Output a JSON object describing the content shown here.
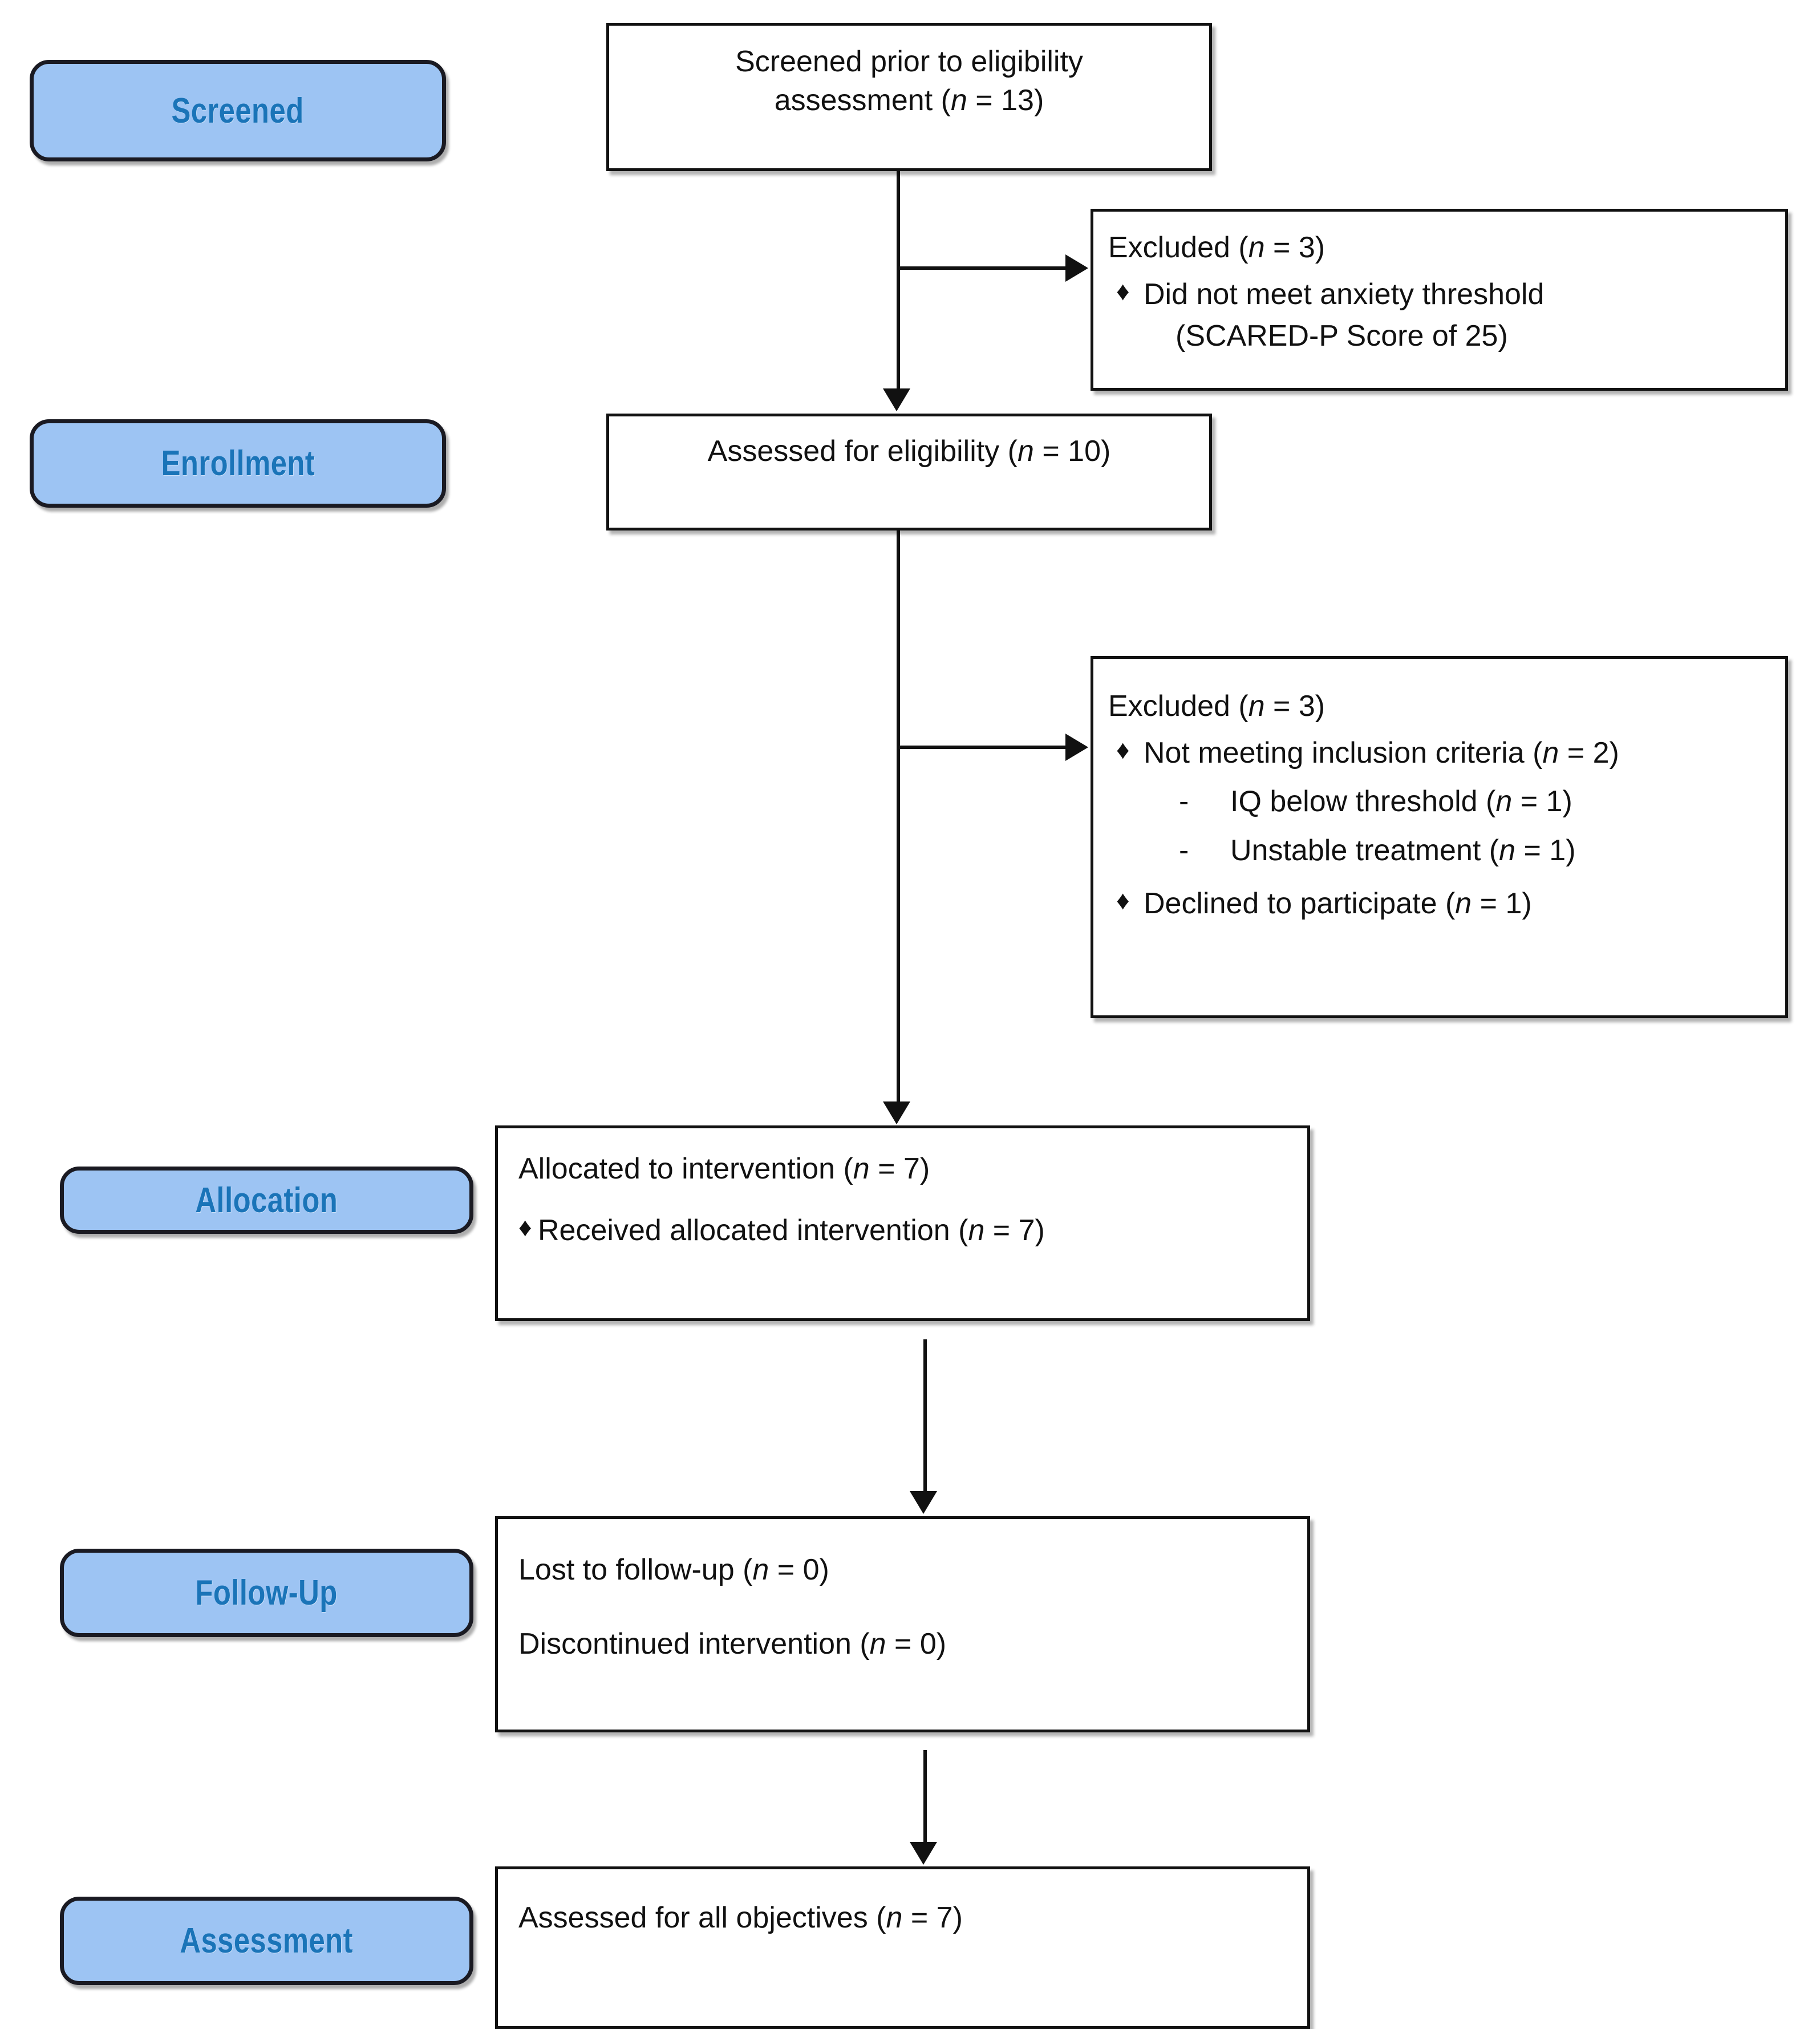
{
  "diagram": {
    "title": "CONSORT participant flow diagram",
    "colors": {
      "pill_fill": "#9DC4F3",
      "pill_border": "#1A1A22",
      "pill_text": "#1A74B8",
      "box_border": "#111111",
      "box_fill": "#FFFFFF",
      "connector": "#111111"
    },
    "stages": [
      {
        "id": "screened",
        "label": "Screened"
      },
      {
        "id": "enrollment",
        "label": "Enrollment"
      },
      {
        "id": "allocation",
        "label": "Allocation"
      },
      {
        "id": "followup",
        "label": "Follow-Up"
      },
      {
        "id": "assessment",
        "label": "Assessment"
      }
    ],
    "boxes": {
      "screened": {
        "line1": "Screened prior to eligibility",
        "line2_prefix": "assessment (",
        "line2_italic": "n",
        "line2_suffix": " = 13)"
      },
      "excluded_1": {
        "heading_prefix": "Excluded (",
        "heading_italic": "n",
        "heading_suffix": " = 3)",
        "bullet_glyph": "♦",
        "items": [
          {
            "text_line1": "Did not meet anxiety threshold",
            "text_line2": "(SCARED-P Score of 25)"
          }
        ]
      },
      "eligibility": {
        "prefix": "Assessed for eligibility (",
        "italic": "n",
        "suffix": " = 10)"
      },
      "excluded_2": {
        "heading_prefix": "Excluded (",
        "heading_italic": "n",
        "heading_suffix": " = 3)",
        "bullet_glyph": "♦",
        "dash_glyph": "-",
        "item1_prefix": "Not meeting inclusion criteria (",
        "item1_italic": "n",
        "item1_suffix": " = 2)",
        "sub1_prefix": "IQ below threshold (",
        "sub1_italic": "n",
        "sub1_suffix": " = 1)",
        "sub2_prefix": "Unstable treatment (",
        "sub2_italic": "n",
        "sub2_suffix": " = 1)",
        "item2_prefix": "Declined to participate (",
        "item2_italic": "n",
        "item2_suffix": " = 1)"
      },
      "allocation": {
        "line1_prefix": "Allocated to intervention (",
        "line1_italic": "n",
        "line1_suffix": " = 7)",
        "bullet_glyph": "♦",
        "line2_prefix": "Received allocated intervention (",
        "line2_italic": "n",
        "line2_suffix": " = 7)"
      },
      "followup": {
        "line1_prefix": "Lost to follow-up (",
        "line1_italic": "n",
        "line1_suffix": " = 0)",
        "line2_prefix": "Discontinued intervention (",
        "line2_italic": "n",
        "line2_suffix": " = 0)"
      },
      "assessment": {
        "prefix": "Assessed for all objectives (",
        "italic": "n",
        "suffix": " = 7)"
      }
    },
    "flow_data": {
      "screened_prior_to_eligibility": 13,
      "excluded_before_eligibility": 3,
      "assessed_for_eligibility": 10,
      "excluded_after_eligibility": 3,
      "not_meeting_inclusion_criteria": 2,
      "iq_below_threshold": 1,
      "unstable_treatment": 1,
      "declined_to_participate": 1,
      "allocated_to_intervention": 7,
      "received_allocated_intervention": 7,
      "lost_to_follow_up": 0,
      "discontinued_intervention": 0,
      "assessed_for_all_objectives": 7
    }
  }
}
